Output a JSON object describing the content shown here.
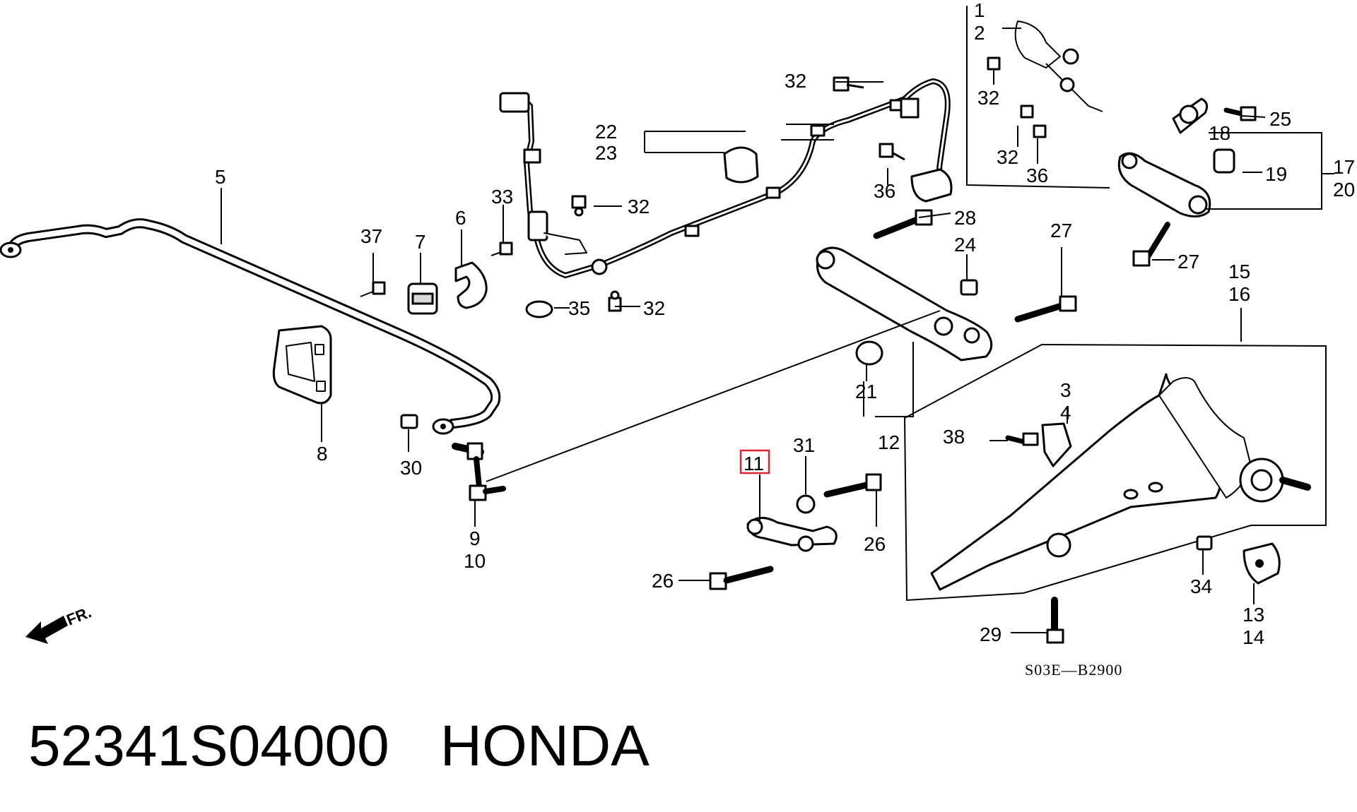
{
  "diagram": {
    "callouts": {
      "c1": "1",
      "c2": "2",
      "c3": "3",
      "c4": "4",
      "c5": "5",
      "c6": "6",
      "c7": "7",
      "c8": "8",
      "c9": "9",
      "c10": "10",
      "c11": "11",
      "c12": "12",
      "c13": "13",
      "c14": "14",
      "c15": "15",
      "c16": "16",
      "c17": "17",
      "c18": "18",
      "c19": "19",
      "c20": "20",
      "c21": "21",
      "c22": "22",
      "c23": "23",
      "c24": "24",
      "c25": "25",
      "c26": "26",
      "c27": "27",
      "c28": "28",
      "c29": "29",
      "c30": "30",
      "c31": "31",
      "c32": "32",
      "c33": "33",
      "c34": "34",
      "c35": "35",
      "c36": "36",
      "c37": "37",
      "c38": "38"
    },
    "highlighted_callout": "11",
    "front_indicator": "FR.",
    "reference_code": "S03E—B2900"
  },
  "caption": {
    "part_number": "52341S04000",
    "brand": "HONDA"
  }
}
